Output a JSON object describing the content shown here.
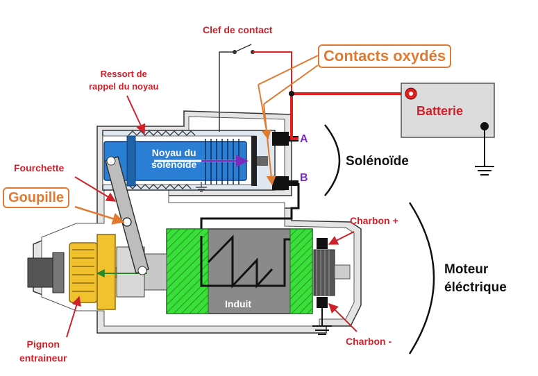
{
  "labels": {
    "clef": "Clef de contact",
    "contacts": "Contacts oxydés",
    "ressort_line1": "Ressort de",
    "ressort_line2": "rappel du noyau",
    "batterie": "Batterie",
    "fourchette": "Fourchette",
    "goupille": "Goupille",
    "noyau_line1": "Noyau du",
    "noyau_line2": "solénoïde",
    "a": "A",
    "b": "B",
    "solenoide": "Solénoïde",
    "charbon_plus": "Charbon +",
    "charbon_minus": "Charbon -",
    "moteur_line1": "Moteur",
    "moteur_line2": "éléctrique",
    "induit": "Induit",
    "pignon_line1": "Pignon",
    "pignon_line2": "entraineur"
  },
  "colors": {
    "label_red": "#d0202a",
    "accent_orange": "#e07a30",
    "wire_red": "#e02020",
    "solenoid_blue": "#2a7fd4",
    "armature_green": "#3adf3a",
    "pinion_yellow": "#f2c12e",
    "contact_purple": "#7b2cbf"
  }
}
